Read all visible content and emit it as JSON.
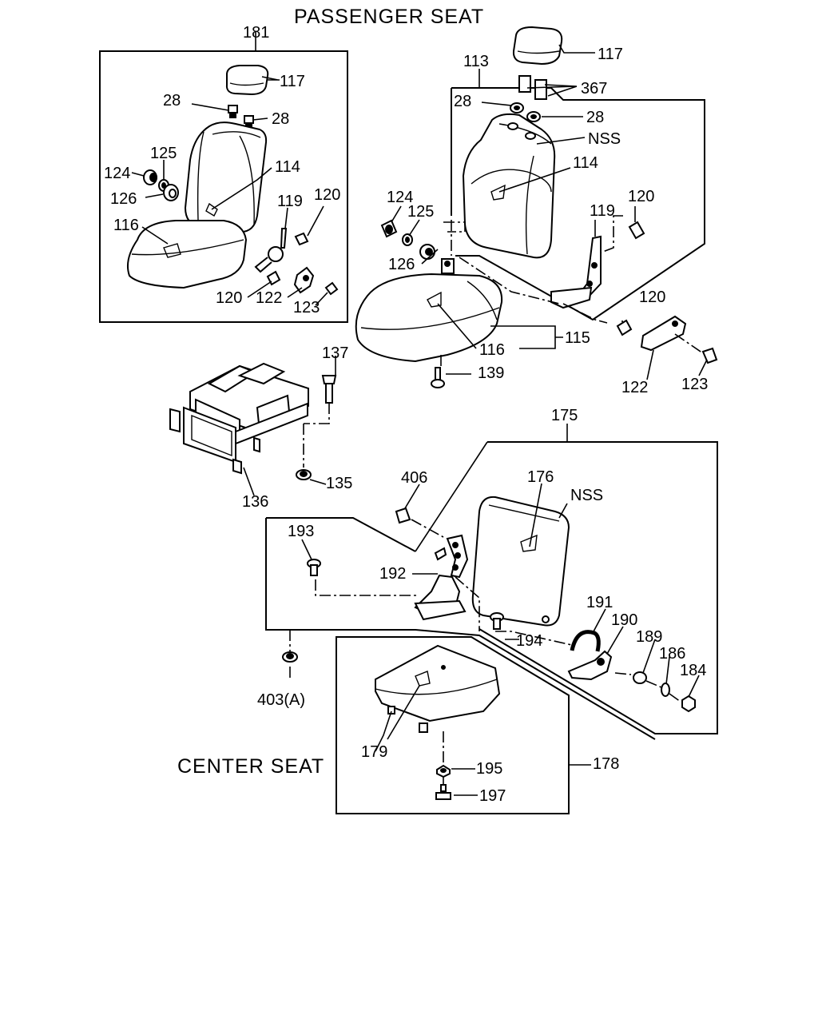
{
  "titles": {
    "passenger_seat": "PASSENGER SEAT",
    "center_seat": "CENTER SEAT"
  },
  "callouts": {
    "p181": "181",
    "p117_left": "117",
    "p28_left_a": "28",
    "p28_left_b": "28",
    "p125_left": "125",
    "p124_left": "124",
    "p114_left": "114",
    "p126_left": "126",
    "p120_left_a": "120",
    "p119_left": "119",
    "p116_left": "116",
    "p120_left_b": "120",
    "p122_left": "122",
    "p123_left": "123",
    "p117_right": "117",
    "p113": "113",
    "p367": "367",
    "p28_right_a": "28",
    "p28_right_b": "28",
    "nss_upper": "NSS",
    "p114_right": "114",
    "p124_right": "124",
    "p125_right": "125",
    "p120_right_a": "120",
    "p119_right": "119",
    "p126_right": "126",
    "p120_right_b": "120",
    "p115": "115",
    "p116_right": "116",
    "p122_right": "122",
    "p123_right": "123",
    "p139": "139",
    "p137": "137",
    "p136": "136",
    "p135": "135",
    "p175": "175",
    "p406": "406",
    "p176": "176",
    "nss_lower": "NSS",
    "p193": "193",
    "p192": "192",
    "p191": "191",
    "p190": "190",
    "p189": "189",
    "p186": "186",
    "p184": "184",
    "p194": "194",
    "p403a": "403(A)",
    "p179": "179",
    "p195": "195",
    "p178": "178",
    "p197": "197"
  }
}
